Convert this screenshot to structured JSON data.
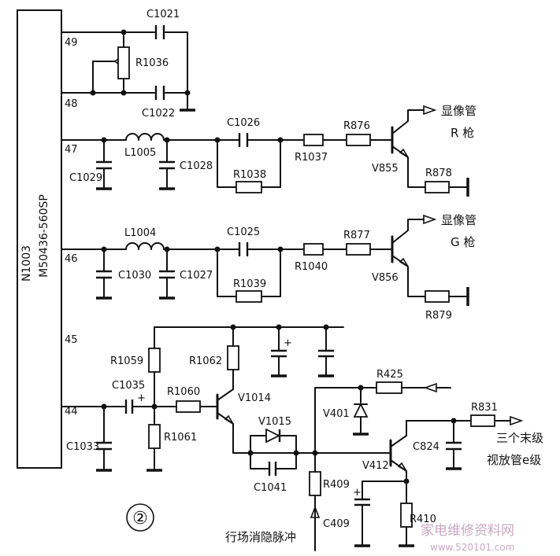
{
  "ic": {
    "ref": "N1003",
    "part": "M50436-560SP"
  },
  "pins": [
    "49",
    "48",
    "47",
    "46",
    "45",
    "44"
  ],
  "components": {
    "C1021": "C1021",
    "C1022": "C1022",
    "R1036": "R1036",
    "L1005": "L1005",
    "C1029": "C1029",
    "C1028": "C1028",
    "C1026": "C1026",
    "R1038": "R1038",
    "R1037": "R1037",
    "R876": "R876",
    "V855": "V855",
    "R878": "R878",
    "L1004": "L1004",
    "C1030": "C1030",
    "C1027": "C1027",
    "C1025": "C1025",
    "R1039": "R1039",
    "R1040": "R1040",
    "R877": "R877",
    "V856": "V856",
    "R879": "R879",
    "R1059": "R1059",
    "R1062": "R1062",
    "C1035": "C1035",
    "R1060": "R1060",
    "V1014": "V1014",
    "R1061": "R1061",
    "C1033": "C1033",
    "V1015": "V1015",
    "C1041": "C1041",
    "R425": "R425",
    "V401": "V401",
    "R409": "R409",
    "C409": "C409",
    "V412": "V412",
    "C824": "C824",
    "R831": "R831",
    "R410": "R410"
  },
  "outputs": {
    "r_gun_line1": "显像管",
    "r_gun_line2": "R 枪",
    "g_gun_line1": "显像管",
    "g_gun_line2": "G 枪",
    "final_line1": "三个末级",
    "final_line2": "视放管e级",
    "blanking": "行场消隐脉冲"
  },
  "polarity": {
    "plus": "+"
  },
  "figure_number": "②",
  "watermark": {
    "text": "家电维修资料网",
    "url": "www.520101.com"
  }
}
